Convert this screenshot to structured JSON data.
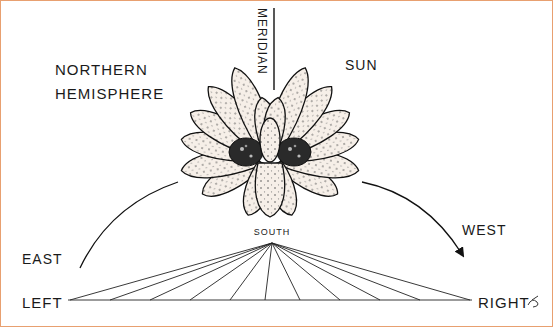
{
  "diagram": {
    "labels": [
      "NORTHERN HEMISPHERE",
      "MERIDIAN",
      "SUN",
      "SOUTH",
      "EAST",
      "WEST",
      "LEFT",
      "RIGHT"
    ]
  }
}
